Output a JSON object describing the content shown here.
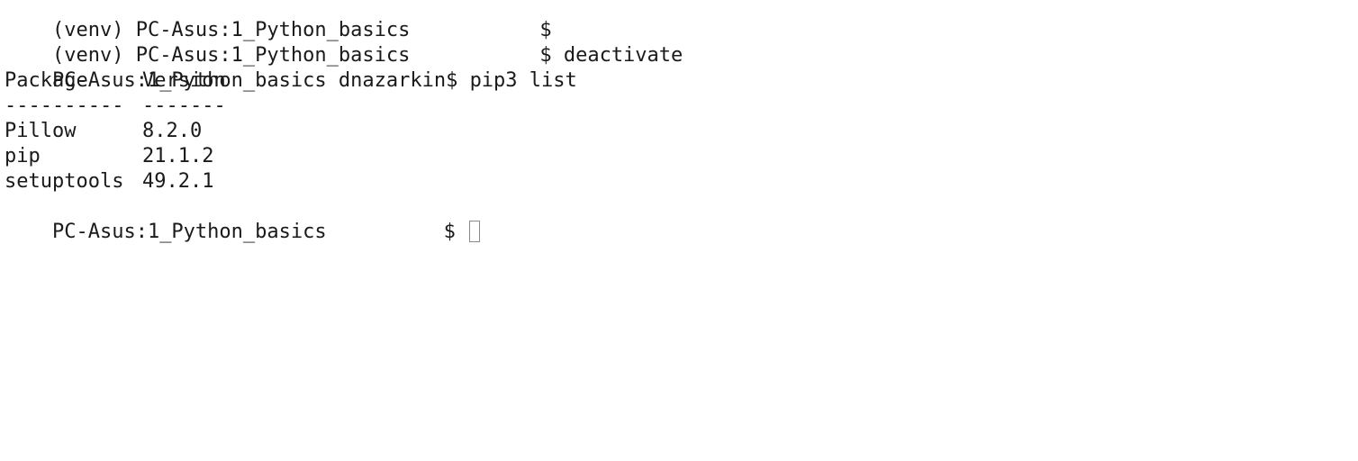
{
  "terminal": {
    "lines": {
      "l0_prompt": "(venv) PC-Asus:1_Python_basics",
      "l0_suffix": "$",
      "l1_prompt": "(venv) PC-Asus:1_Python_basics",
      "l1_suffix": "$ deactivate",
      "l2_prompt": "PC-Asus:1_Python_basics dnazarkin$ pip3 list",
      "header_name": "Package",
      "header_version": "Version",
      "sep_name": "----------",
      "sep_version": "-------",
      "final_prompt": "PC-Asus:1_Python_basics",
      "final_suffix": "$"
    },
    "packages": [
      {
        "name": "Pillow",
        "version": "8.2.0"
      },
      {
        "name": "pip",
        "version": "21.1.2"
      },
      {
        "name": "setuptools",
        "version": "49.2.1"
      }
    ]
  }
}
